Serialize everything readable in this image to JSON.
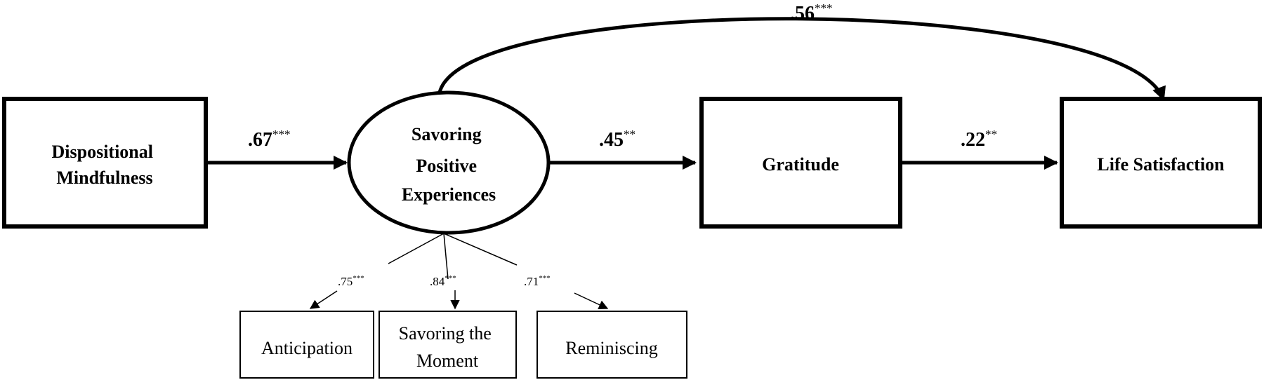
{
  "nodes": {
    "mindfulness": {
      "lines": [
        "Dispositional",
        "Mindfulness"
      ]
    },
    "savoring": {
      "lines": [
        "Savoring",
        "Positive",
        "Experiences"
      ]
    },
    "gratitude": {
      "lines": [
        "Gratitude"
      ]
    },
    "life_satisfaction": {
      "lines": [
        "Life Satisfaction"
      ]
    },
    "anticipation": {
      "lines": [
        "Anticipation"
      ]
    },
    "savoring_moment": {
      "lines": [
        "Savoring the",
        "Moment"
      ]
    },
    "reminiscing": {
      "lines": [
        "Reminiscing"
      ]
    }
  },
  "paths": {
    "mindfulness_to_savoring": {
      "coef": ".67",
      "sig": "***"
    },
    "savoring_to_gratitude": {
      "coef": ".45",
      "sig": "**"
    },
    "gratitude_to_life_satisfaction": {
      "coef": ".22",
      "sig": "**"
    },
    "savoring_to_life_satisfaction": {
      "coef": ".56",
      "sig": "***"
    }
  },
  "loadings": {
    "anticipation": {
      "coef": ".75",
      "sig": "***"
    },
    "savoring_moment": {
      "coef": ".84",
      "sig": "***"
    },
    "reminiscing": {
      "coef": ".71",
      "sig": "***"
    }
  }
}
